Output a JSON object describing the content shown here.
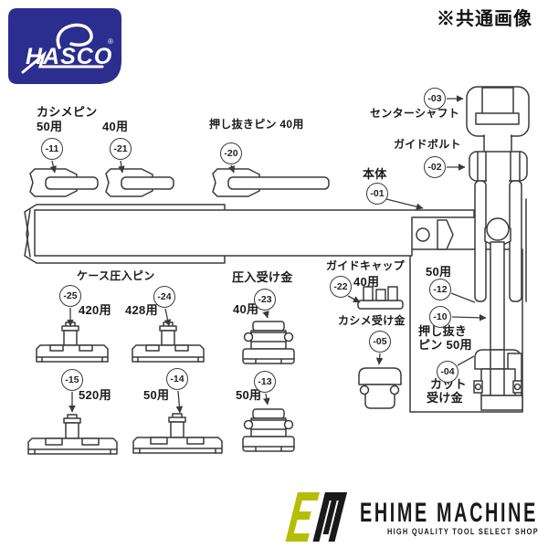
{
  "note": "※共通画像",
  "brand": {
    "name": "HASCO",
    "reg": "®",
    "bg_color": "#2b2e8e"
  },
  "diagram": {
    "sections": {
      "kashime_pin": {
        "title": "カシメピン"
      },
      "oshinuki_pin_40": {
        "title": "押し抜きピン 40用"
      },
      "case_pressfit_pin": {
        "title": "ケース圧入ピン"
      },
      "pressfit_ukegane": {
        "title": "圧入受け金"
      },
      "guide_cap": {
        "title": "ガイドキャップ"
      },
      "kashime_ukegane": {
        "title": "カシメ受け金"
      }
    },
    "parts": {
      "p01": {
        "num": "-01",
        "name": "本体"
      },
      "p02": {
        "num": "-02",
        "name": "ガイドボルト"
      },
      "p03": {
        "num": "-03",
        "name": "センターシャフト"
      },
      "p04": {
        "num": "-04",
        "name_line1": "カット",
        "name_line2": "受け金"
      },
      "p05": {
        "num": "-05"
      },
      "p10": {
        "num": "-10",
        "name_line1": "押し抜き",
        "name_line2": "ピン 50用"
      },
      "p11": {
        "num": "-11",
        "use": "50用"
      },
      "p12": {
        "num": "-12",
        "use": "50用"
      },
      "p13": {
        "num": "-13",
        "use": "50用"
      },
      "p14": {
        "num": "-14",
        "use": "50用"
      },
      "p15": {
        "num": "-15",
        "use": "520用"
      },
      "p20": {
        "num": "-20"
      },
      "p21": {
        "num": "-21",
        "use": "40用"
      },
      "p22": {
        "num": "-22",
        "use": "40用"
      },
      "p23": {
        "num": "-23",
        "use": "40用"
      },
      "p24": {
        "num": "-24",
        "use": "428用"
      },
      "p25": {
        "num": "-25",
        "use": "420用"
      }
    }
  },
  "footer": {
    "shop_name": "EHIME MACHINE",
    "tagline": "HIGH QUALITY TOOL SELECT SHOP",
    "accent_color": "#b5be04",
    "text_color": "#191919"
  }
}
